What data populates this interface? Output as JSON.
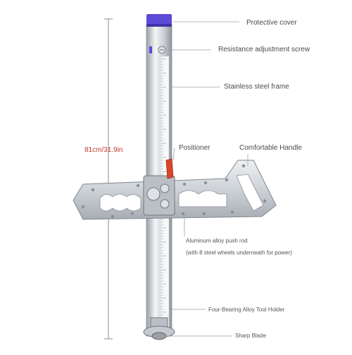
{
  "dimension": {
    "text": "81cm/31.9in"
  },
  "callouts": {
    "protective_cover": "Protective cover",
    "resistance_screw": "Resistance adjustment screw",
    "frame": "Stainless steel frame",
    "positioner": "Positioner",
    "handle": "Comfortable Handle",
    "push_rod_line1": "Aluminum alloy push rod",
    "push_rod_line2": "(with 8 steel wheels underneath for power)",
    "tool_holder": "Four-Bearing Alloy Tool Holder",
    "blade": "Sharp Blade"
  },
  "colors": {
    "cover": "#5b4bd6",
    "dimension_text": "#c0392b",
    "lever": "#d9452b",
    "metal": "#cfd3d8"
  }
}
